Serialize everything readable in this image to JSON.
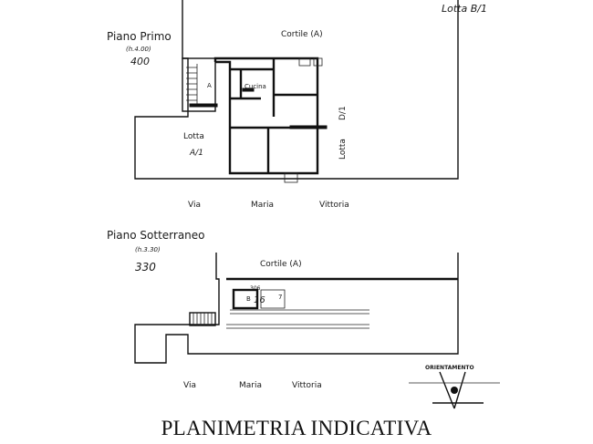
{
  "upper_plan": {
    "lot_top_right": "Lotta B/1",
    "floor_title": "Piano Primo",
    "floor_height_note": "(h.4.00)",
    "floor_level": "400",
    "courtyard": "Cortile (A)",
    "room_a": "A",
    "kitchen": "Cucina",
    "lot_left_title": "Lotta",
    "lot_left_code": "A/1",
    "lot_right_title": "Lotta",
    "lot_right_code": "D/1",
    "street": [
      "Via",
      "Maria",
      "Vittoria"
    ]
  },
  "lower_plan": {
    "floor_title": "Piano Sotterraneo",
    "floor_height_note": "(h.3.30)",
    "floor_level": "330",
    "courtyard": "Cortile (A)",
    "room_code_top": "306",
    "room_code_b": "B",
    "room_number": "16",
    "room_right": "7",
    "street": [
      "Via",
      "Maria",
      "Vittoria"
    ]
  },
  "orientation_label": "ORIENTAMENTO",
  "caption": "PLANIMETRIA INDICATIVA"
}
